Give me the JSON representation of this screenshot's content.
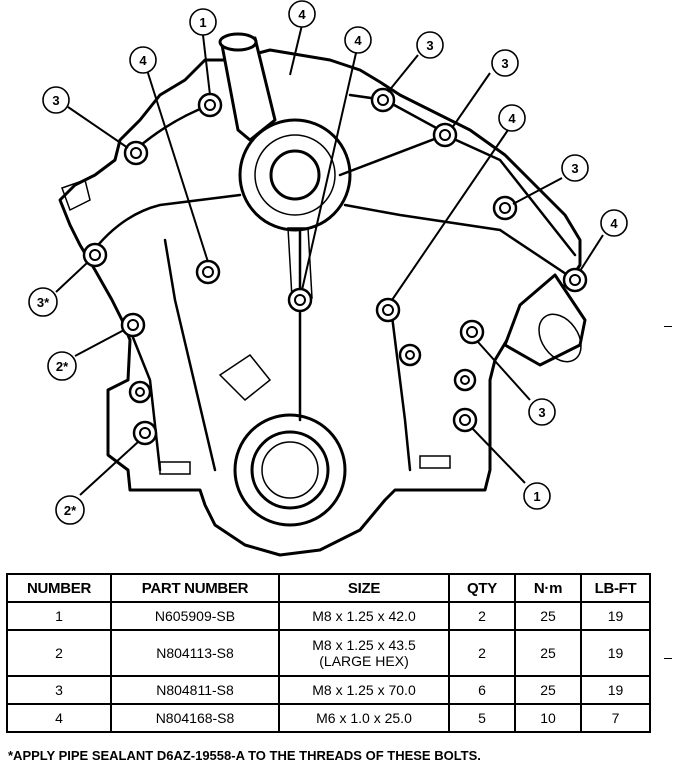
{
  "callouts": [
    {
      "label": "1"
    },
    {
      "label": "4"
    },
    {
      "label": "4"
    },
    {
      "label": "3"
    },
    {
      "label": "3"
    },
    {
      "label": "3"
    },
    {
      "label": "4"
    },
    {
      "label": "4"
    },
    {
      "label": "3"
    },
    {
      "label": "4"
    },
    {
      "label": "3*"
    },
    {
      "label": "2*"
    },
    {
      "label": "3"
    },
    {
      "label": "2*"
    },
    {
      "label": "1"
    }
  ],
  "table": {
    "headers": [
      "NUMBER",
      "PART NUMBER",
      "SIZE",
      "QTY",
      "N·m",
      "LB-FT"
    ],
    "rows": [
      {
        "number": "1",
        "part_number": "N605909-SB",
        "size": "M8 x 1.25 x 42.0",
        "size_line2": "",
        "qty": "2",
        "nm": "25",
        "lbft": "19"
      },
      {
        "number": "2",
        "part_number": "N804113-S8",
        "size": "M8 x 1.25 x 43.5",
        "size_line2": "(LARGE HEX)",
        "qty": "2",
        "nm": "25",
        "lbft": "19"
      },
      {
        "number": "3",
        "part_number": "N804811-S8",
        "size": "M8 x 1.25 x 70.0",
        "size_line2": "",
        "qty": "6",
        "nm": "25",
        "lbft": "19"
      },
      {
        "number": "4",
        "part_number": "N804168-S8",
        "size": "M6 x 1.0 x 25.0",
        "size_line2": "",
        "qty": "5",
        "nm": "10",
        "lbft": "7"
      }
    ]
  },
  "footnote": "*APPLY PIPE SEALANT D6AZ-19558-A TO THE THREADS OF THESE BOLTS."
}
